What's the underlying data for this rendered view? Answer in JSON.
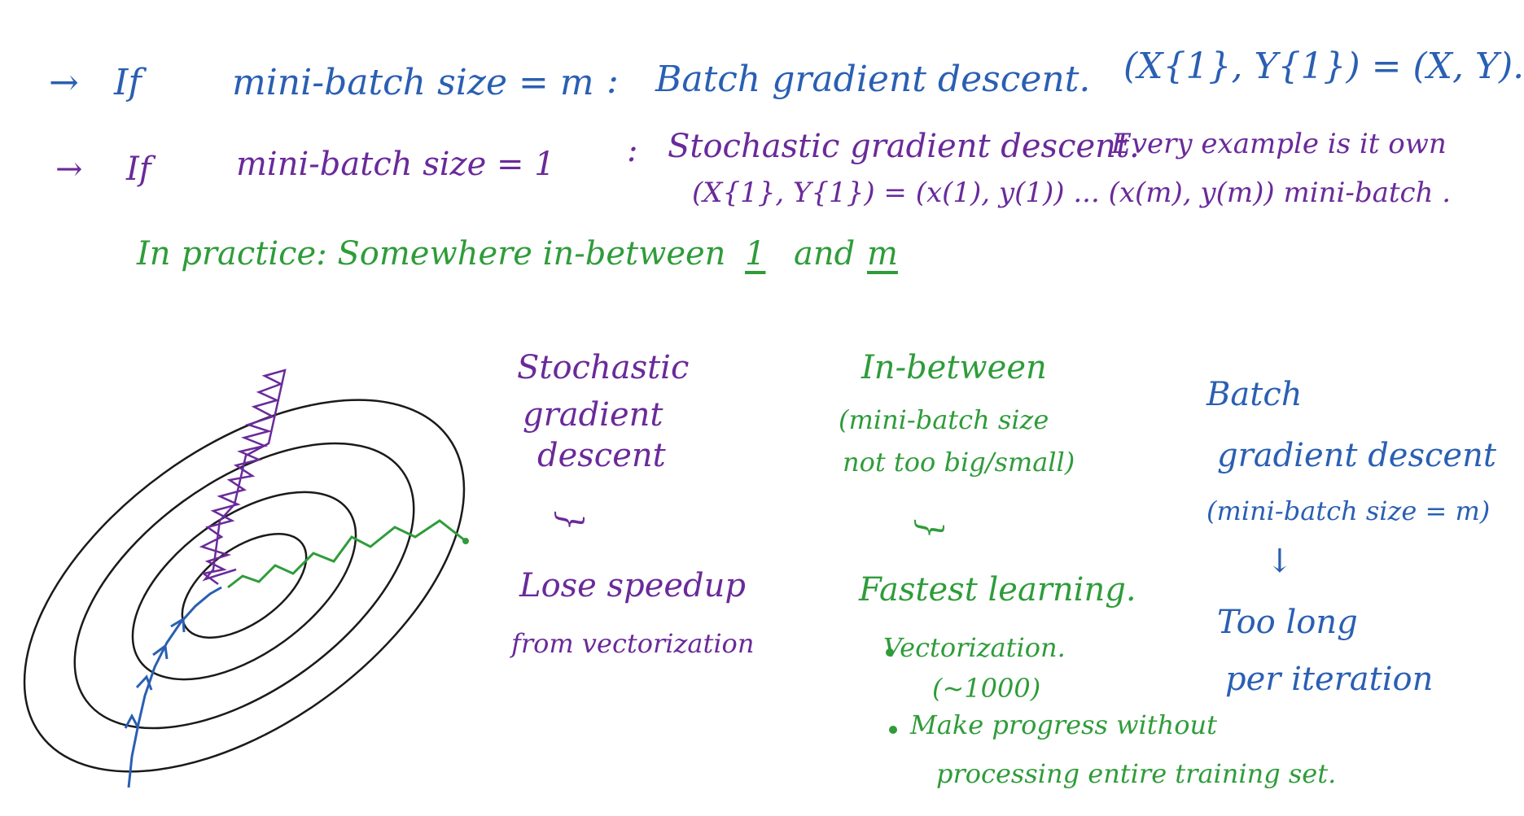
{
  "colors": {
    "blue": "#2a5fb3",
    "purple": "#6a2a9a",
    "green": "#2f9c3a",
    "ink": "#1a1a1a"
  },
  "top": {
    "line1": {
      "arrow": "→",
      "if": "If",
      "lhs": "mini-batch size = m",
      "colon": ":",
      "rhs": "Batch gradient descent.",
      "eq": "(X{1}, Y{1}) = (X, Y)."
    },
    "line2": {
      "arrow": "→",
      "if": "If",
      "lhs": "mini-batch size = 1",
      "colon": ":",
      "rhs": "Stochastic gradient descent.",
      "note": "Every example is it own",
      "eq": "(X{1}, Y{1}) = (x(1), y(1)) ... (x(m), y(m)) mini-batch ."
    },
    "line3": {
      "prefix": "In practice: Somewhere in-between",
      "one": "1",
      "and": "and",
      "m": "m"
    }
  },
  "columns": {
    "sgd": {
      "title": [
        "Stochastic",
        "gradient",
        "descent"
      ],
      "brace": "}",
      "result": [
        "Lose speedup",
        "from vectorization"
      ]
    },
    "between": {
      "title": [
        "In-between",
        "(mini-batch size",
        "not too big/small)"
      ],
      "brace": "}",
      "result": "Fastest learning.",
      "bullets": [
        "Vectorization.",
        "(~1000)",
        "Make progress without",
        "processing entire training set."
      ]
    },
    "batch": {
      "title": [
        "Batch",
        "gradient descent",
        "(mini-batch size = m)"
      ],
      "arrow": "↓",
      "result": [
        "Too long",
        "per iteration"
      ]
    }
  }
}
